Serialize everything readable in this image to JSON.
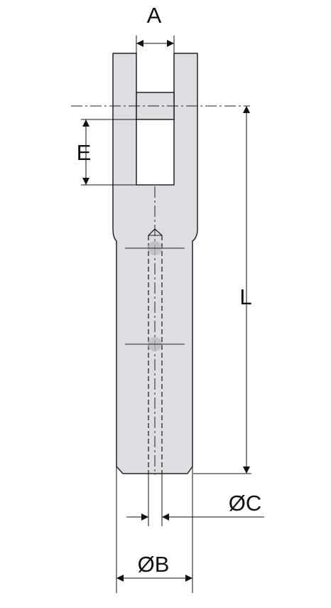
{
  "labels": {
    "a": "A",
    "e": "E",
    "l": "L",
    "c": "ØC",
    "b": "ØB"
  },
  "colors": {
    "body_fill": "#dcdee2",
    "outline": "#222222",
    "dot": "#b8b9bc"
  }
}
